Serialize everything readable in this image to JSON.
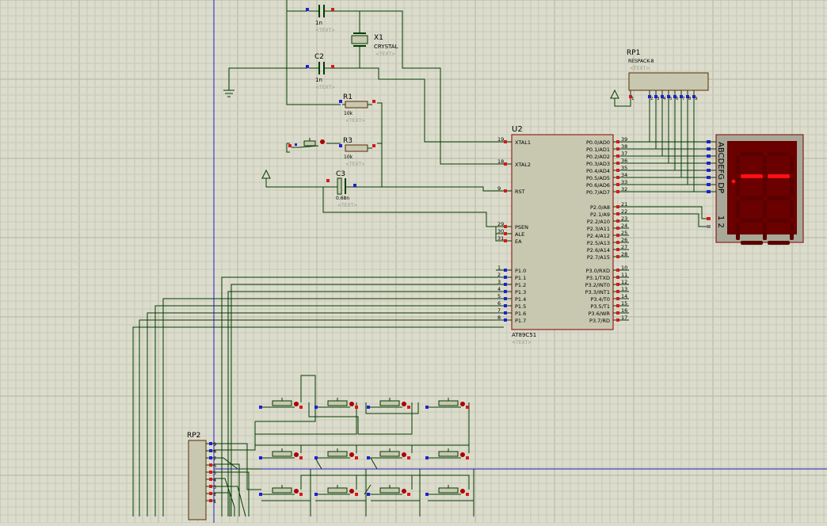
{
  "colors": {
    "background": "#dcdccc",
    "grid_minor": "#c8c8b8",
    "grid_major": "#b4b4a4",
    "wire": "#003c00",
    "body_fill": "#c8c8b0",
    "body_stroke": "#8a0000",
    "pin_red": "#d81818",
    "pin_blue": "#2020d0",
    "pin_gray": "#808080",
    "axis_blue": "#2020c8",
    "segment_on": "#ff1010",
    "segment_off": "#5a0000",
    "display_bg": "#6a0000"
  },
  "placeholder_text": "<TEXT>",
  "components": {
    "c1": {
      "value": "1n"
    },
    "c2": {
      "ref": "C2",
      "value": "1n"
    },
    "x1": {
      "ref": "X1",
      "value": "CRYSTAL"
    },
    "r1": {
      "ref": "R1",
      "value": "10k"
    },
    "r3": {
      "ref": "R3",
      "value": "10k"
    },
    "c3": {
      "ref": "C3",
      "value": "0.68n"
    },
    "rp1": {
      "ref": "RP1",
      "value": "RESPACK-8",
      "pins": [
        "1",
        "2",
        "3",
        "4",
        "5",
        "6",
        "7",
        "8",
        "9"
      ]
    },
    "rp2": {
      "ref": "RP2",
      "pins": [
        "9",
        "8",
        "7",
        "6",
        "5",
        "4",
        "3",
        "2",
        "1"
      ]
    },
    "display": {
      "segment_letters": "ABCDEFG DP",
      "digit_pins": "1 2"
    }
  },
  "mcu": {
    "ref": "U2",
    "part": "AT89C51",
    "left_pins": [
      {
        "num": "19",
        "name": "XTAL1"
      },
      {
        "num": "18",
        "name": "XTAL2"
      },
      {
        "num": "9",
        "name": "RST"
      },
      {
        "num": "29",
        "name": "PSEN"
      },
      {
        "num": "30",
        "name": "ALE"
      },
      {
        "num": "31",
        "name": "EA"
      },
      {
        "num": "1",
        "name": "P1.0"
      },
      {
        "num": "2",
        "name": "P1.1"
      },
      {
        "num": "3",
        "name": "P1.2"
      },
      {
        "num": "4",
        "name": "P1.3"
      },
      {
        "num": "5",
        "name": "P1.4"
      },
      {
        "num": "6",
        "name": "P1.5"
      },
      {
        "num": "7",
        "name": "P1.6"
      },
      {
        "num": "8",
        "name": "P1.7"
      }
    ],
    "right_pins": [
      {
        "num": "39",
        "name": "P0.0/AD0"
      },
      {
        "num": "38",
        "name": "P0.1/AD1"
      },
      {
        "num": "37",
        "name": "P0.2/AD2"
      },
      {
        "num": "36",
        "name": "P0.3/AD3"
      },
      {
        "num": "35",
        "name": "P0.4/AD4"
      },
      {
        "num": "34",
        "name": "P0.5/AD5"
      },
      {
        "num": "33",
        "name": "P0.6/AD6"
      },
      {
        "num": "32",
        "name": "P0.7/AD7"
      },
      {
        "num": "21",
        "name": "P2.0/A8"
      },
      {
        "num": "22",
        "name": "P2.1/A9"
      },
      {
        "num": "23",
        "name": "P2.2/A10"
      },
      {
        "num": "24",
        "name": "P2.3/A11"
      },
      {
        "num": "25",
        "name": "P2.4/A12"
      },
      {
        "num": "26",
        "name": "P2.5/A13"
      },
      {
        "num": "27",
        "name": "P2.6/A14"
      },
      {
        "num": "28",
        "name": "P2.7/A15"
      },
      {
        "num": "10",
        "name": "P3.0/RXD"
      },
      {
        "num": "11",
        "name": "P3.1/TXD"
      },
      {
        "num": "12",
        "name": "P3.2/INT0"
      },
      {
        "num": "13",
        "name": "P3.3/INT1"
      },
      {
        "num": "14",
        "name": "P3.4/T0"
      },
      {
        "num": "15",
        "name": "P3.5/T1"
      },
      {
        "num": "16",
        "name": "P3.6/WR"
      },
      {
        "num": "17",
        "name": "P3.7/RD"
      }
    ]
  }
}
